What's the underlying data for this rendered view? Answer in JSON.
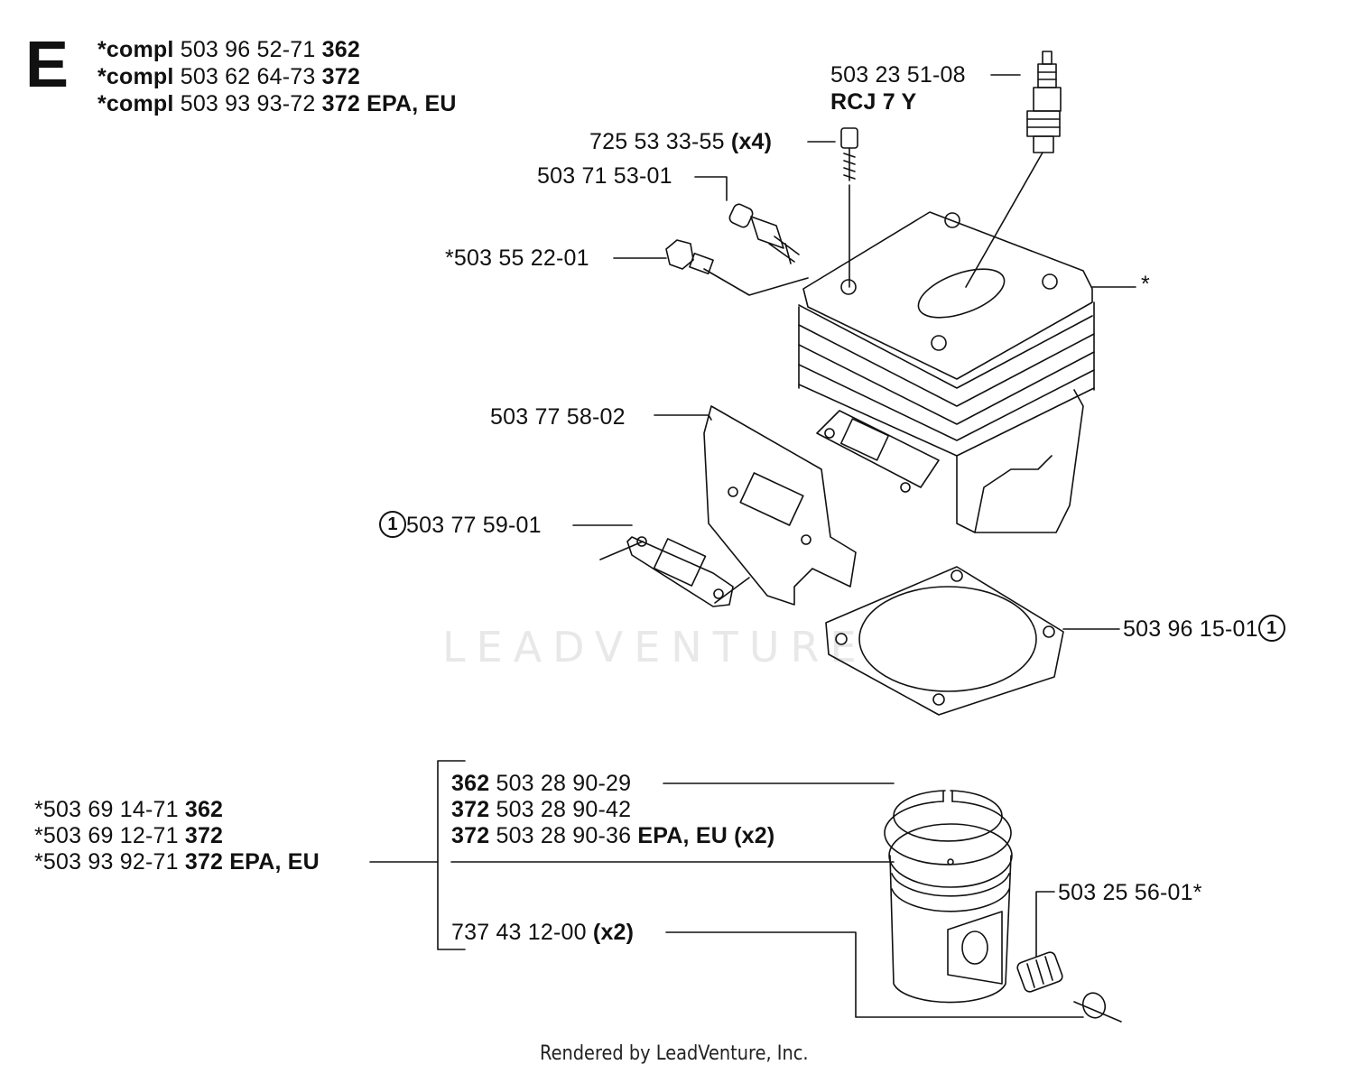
{
  "section_letter": "E",
  "header_lines": [
    {
      "prefix": "*compl",
      "part": "503 96 52-71",
      "model": "362"
    },
    {
      "prefix": "*compl",
      "part": "503 62 64-73",
      "model": "372"
    },
    {
      "prefix": "*compl",
      "part": "503 93 93-72",
      "model": "372 EPA, EU"
    }
  ],
  "parts": {
    "spark_plug": {
      "part": "503 23 51-08",
      "type": "RCJ 7 Y"
    },
    "screw": {
      "part": "725 53 33-55",
      "qty": "(x4)"
    },
    "valve": {
      "part": "503 71 53-01"
    },
    "plug": {
      "part": "*503 55 22-01"
    },
    "cylinder": {
      "marker": "*"
    },
    "plate": {
      "part": "503 77 58-02"
    },
    "gasket": {
      "circle": "1",
      "part": "503 77 59-01"
    },
    "base_gasket": {
      "part": "503 96 15-01",
      "circle": "1"
    },
    "needle_bearing": {
      "part": "503 25 56-01*"
    },
    "circlip": {
      "part": "737 43 12-00",
      "qty": "(x2)"
    }
  },
  "piston_assemblies": [
    {
      "part": "*503 69 14-71",
      "model": "362"
    },
    {
      "part": "*503 69 12-71",
      "model": "372"
    },
    {
      "part": "*503 93 92-71",
      "model": "372 EPA, EU"
    }
  ],
  "piston_rings": [
    {
      "model": "362",
      "part": "503 28 90-29",
      "suffix": ""
    },
    {
      "model": "372",
      "part": "503 28 90-42",
      "suffix": ""
    },
    {
      "model": "372",
      "part": "503 28 90-36",
      "suffix": "EPA, EU (x2)"
    }
  ],
  "watermark": "LEADVENTURE",
  "footer": "Rendered by LeadVenture, Inc."
}
